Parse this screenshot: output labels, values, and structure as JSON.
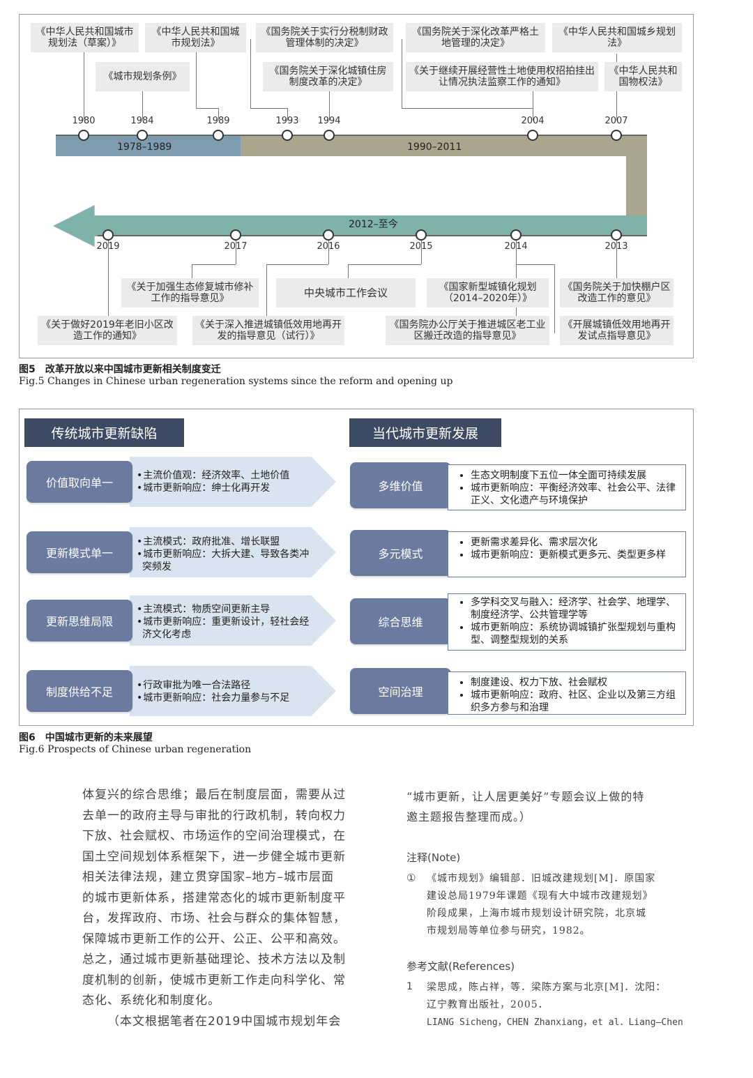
{
  "fig5": {
    "laws_top": [
      "《中华人民共和国城市规划法（草案）》",
      "《中华人民共和国城市规划法》",
      "《国务院关于实行分税制财政管理体制的决定》",
      "《国务院关于深化改革严格土地管理的决定》",
      "《中华人民共和国城乡规划法》",
      "《城市规划条例》",
      "《国务院关于深化城镇住房制度改革的决定》",
      "《关于继续开展经营性土地使用权招拍挂出让情况执法监察工作的通知》",
      "《中华人民共和国物权法》"
    ],
    "years_top": [
      "1980",
      "1984",
      "1989",
      "1993",
      "1994",
      "2004",
      "2007"
    ],
    "period_1": "1978–1989",
    "period_2": "1990–2011",
    "period_3": "2012–至今",
    "years_bottom": [
      "2019",
      "2017",
      "2016",
      "2015",
      "2014",
      "2013"
    ],
    "laws_bottom": [
      "《关于加强生态修复城市修补工作的指导意见》",
      "中央城市工作会议",
      "《国家新型城镇化规划（2014–2020年）》",
      "《国务院关于加快棚户区改造工作的意见》",
      "《关于做好2019年老旧小区改造工作的通知》",
      "《关于深入推进城镇低效用地再开发的指导意见（试行）》",
      "《国务院办公厅关于推进城区老工业区搬迁改造的指导意见》",
      "《开展城镇低效用地再开发试点指导意见》"
    ],
    "caption_cn": "图5　改革开放以来中国城市更新相关制度变迁",
    "caption_en": "Fig.5  Changes in Chinese urban regeneration systems since the reform and opening up",
    "colors": {
      "period1": "#7f9bb0",
      "period2": "#aba58e",
      "period3": "#7fb2aa"
    }
  },
  "fig6": {
    "left_header": "传统城市更新缺陷",
    "right_header": "当代城市更新发展",
    "rows": [
      {
        "left_label": "价值取向单一",
        "left_items": [
          "主流价值观：经济效率、土地价值",
          "城市更新响应：绅士化再开发"
        ],
        "right_label": "多维价值",
        "right_items": [
          "生态文明制度下五位一体全面可持续发展",
          "城市更新响应：平衡经济效率、社会公平、法律正义、文化遗产与环境保护"
        ]
      },
      {
        "left_label": "更新模式单一",
        "left_items": [
          "主流模式：政府批准、增长联盟",
          "城市更新响应：大拆大建、导致各类冲突频发"
        ],
        "right_label": "多元模式",
        "right_items": [
          "更新需求差异化、需求层次化",
          "城市更新响应：更新模式更多元、类型更多样"
        ]
      },
      {
        "left_label": "更新思维局限",
        "left_items": [
          "主流模式：物质空间更新主导",
          "城市更新响应：重更新设计，轻社会经济文化考虑"
        ],
        "right_label": "综合思维",
        "right_items": [
          "多学科交叉与融入：经济学、社会学、地理学、制度经济学、公共管理学等",
          "城市更新响应：系统协调城镇扩张型规划与重构型、调整型规划的关系"
        ]
      },
      {
        "left_label": "制度供给不足",
        "left_items": [
          "行政审批为唯一合法路径",
          "城市更新响应：社会力量参与不足"
        ],
        "right_label": "空间治理",
        "right_items": [
          "制度建设、权力下放、社会赋权",
          "城市更新响应：政府、社区、企业以及第三方组织多方参与和治理"
        ]
      }
    ],
    "caption_cn": "图6　中国城市更新的未来展望",
    "caption_en": "Fig.6  Prospects of Chinese urban regeneration"
  },
  "body": {
    "left_lines": [
      "体复兴的综合思维；最后在制度层面，需要从过",
      "去单一的政府主导与审批的行政机制，转向权力",
      "下放、社会赋权、市场运作的空间治理模式，在",
      "国土空间规划体系框架下，进一步健全城市更新",
      "相关法律法规，建立贯穿国家–地方–城市层面",
      "的城市更新体系，搭建常态化的城市更新制度平",
      "台，发挥政府、市场、社会与群众的集体智慧，",
      "保障城市更新工作的公开、公正、公平和高效。",
      "总之，通过城市更新基础理论、技术方法以及制",
      "度机制的创新，使城市更新工作走向科学化、常",
      "态化、系统化和制度化。",
      "（本文根据笔者在2019中国城市规划年会"
    ],
    "right_note_lines": [
      "“城市更新，让人居更美好”专题会议上做的特",
      "邀主题报告整理而成。）"
    ],
    "notes_heading": "注释(Note)",
    "note_marker": "①",
    "note_lines": [
      "《城市规划》编辑部．旧城改建规划[M]．原国家",
      "建设总局1979年课题《现有大中城市改建规划》",
      "阶段成果，上海市城市规划设计研究院，北京城",
      "市规划局等单位参与研究，1982。"
    ],
    "refs_heading": "参考文献(References)",
    "ref_marker": "1",
    "ref_lines": [
      "梁思成，陈占祥，等．梁陈方案与北京[M]．沈阳：",
      "辽宁教育出版社，2005．",
      "LIANG Sicheng，CHEN Zhanxiang，et al．Liang–Chen"
    ]
  }
}
